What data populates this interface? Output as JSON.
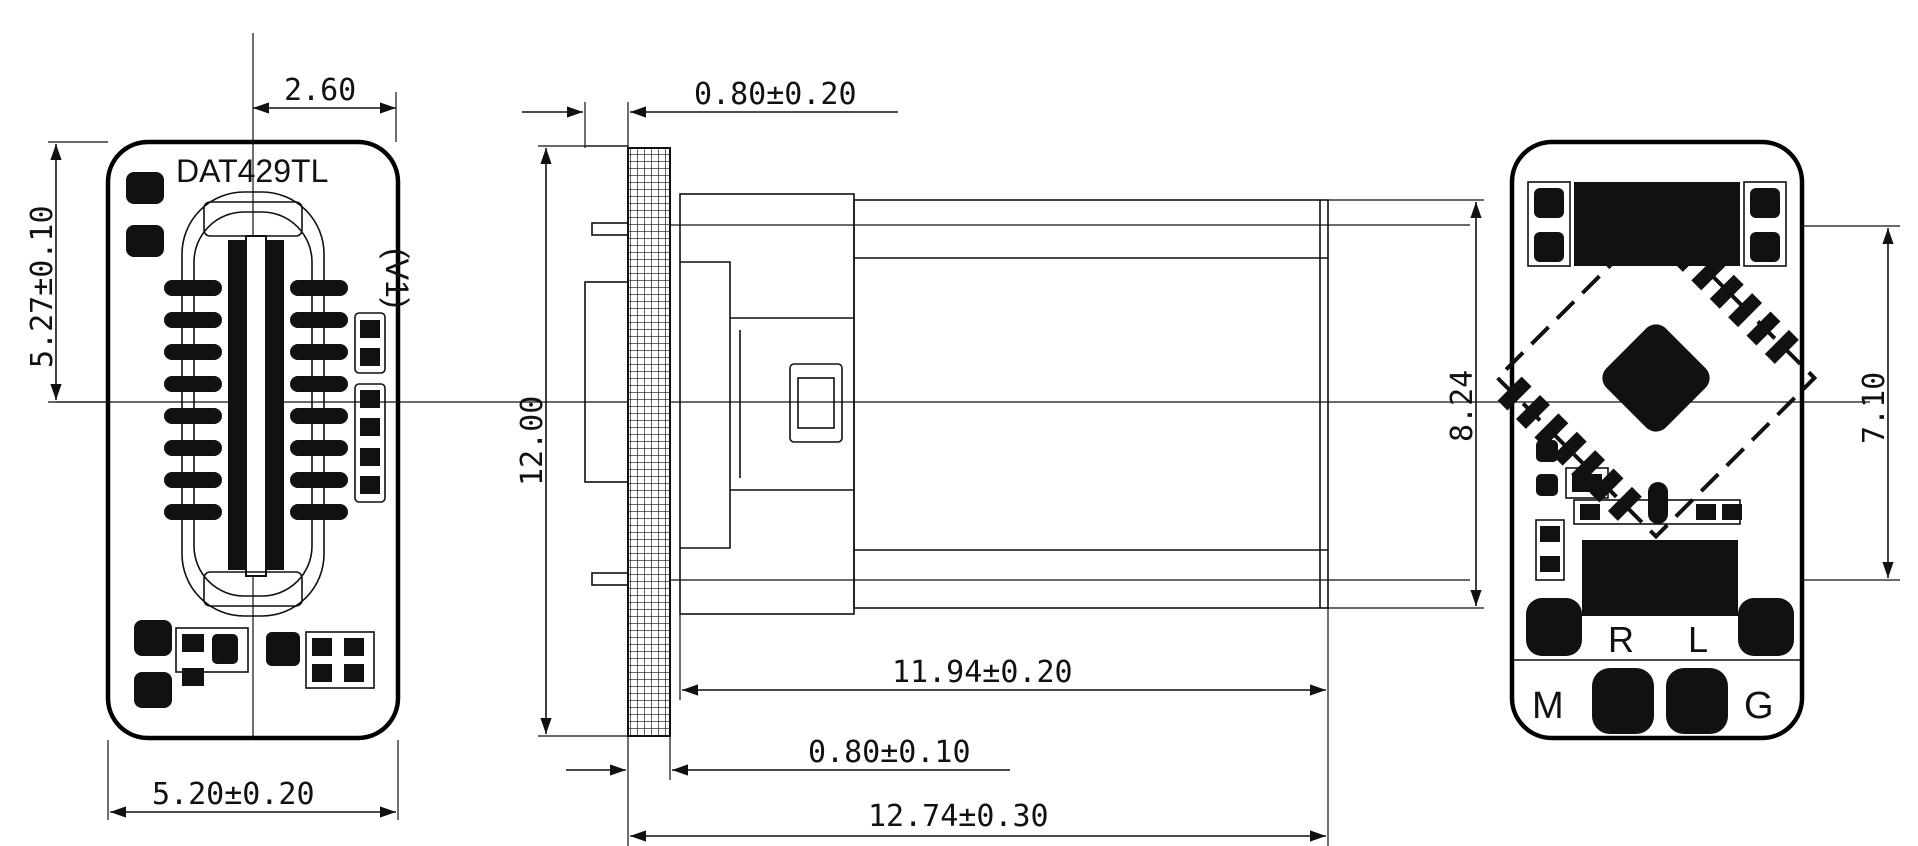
{
  "drawing": {
    "left_view": {
      "part_number": "DAT429TL",
      "version": "(V1)",
      "dims": {
        "top": "2.60",
        "height": "5.27±0.10",
        "width": "5.20±0.20"
      }
    },
    "side_view": {
      "dims": {
        "flange_top": "0.80±0.20",
        "overall_height": "12.00",
        "body_length": "11.94±0.20",
        "flange_bottom": "0.80±0.10",
        "overall_length": "12.74±0.30",
        "body_height": "8.24"
      }
    },
    "right_view": {
      "labels": {
        "r": "R",
        "l": "L",
        "m": "M",
        "g": "G"
      },
      "dims": {
        "pin_span": "7.10"
      }
    }
  },
  "colors": {
    "ink": "#111111",
    "background": "#ffffff"
  }
}
